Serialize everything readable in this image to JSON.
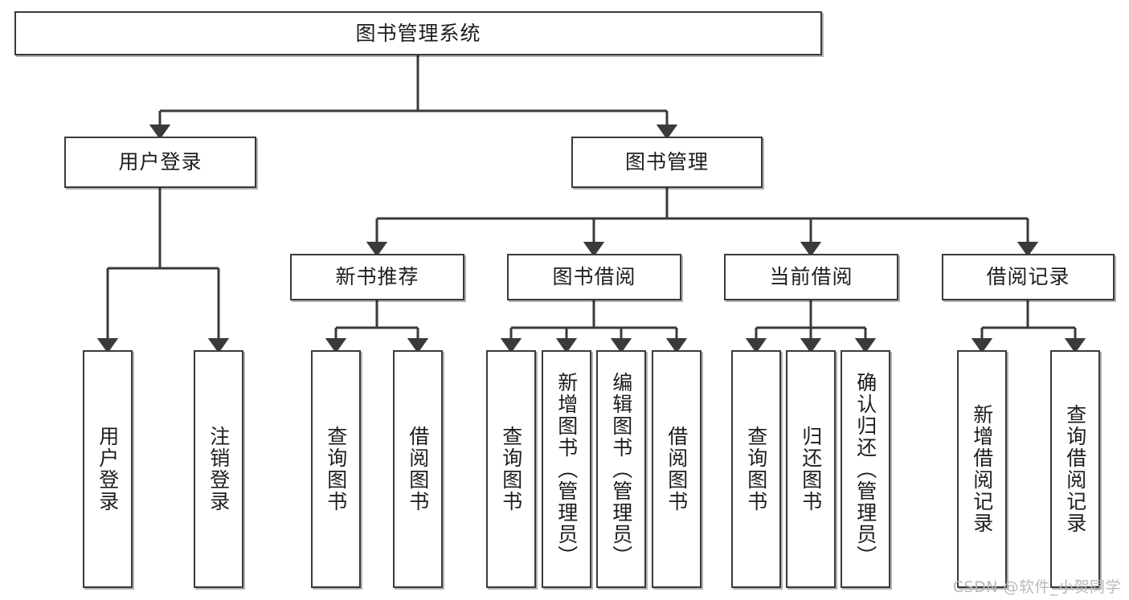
{
  "diagram": {
    "title": "图书管理系统",
    "type": "tree",
    "style": {
      "background": "#ffffff",
      "box_border": "#3a3a3a",
      "box_fill": "#ffffff",
      "connector": "#3a3a3a",
      "text": "#1d1d1d",
      "watermark": "#b9b9b9"
    },
    "root": {
      "label": "图书管理系统"
    },
    "level2": [
      {
        "label": "用户登录"
      },
      {
        "label": "图书管理"
      }
    ],
    "level3": [
      {
        "label": "新书推荐"
      },
      {
        "label": "图书借阅"
      },
      {
        "label": "当前借阅"
      },
      {
        "label": "借阅记录"
      }
    ],
    "leaves": {
      "user_login": [
        {
          "label": "用户登录"
        },
        {
          "label": "注销登录"
        }
      ],
      "new_book": [
        {
          "label": "查询图书"
        },
        {
          "label": "借阅图书"
        }
      ],
      "book_borrow": [
        {
          "label": "查询图书"
        },
        {
          "label": "新增图书（管理员）"
        },
        {
          "label": "编辑图书（管理员）"
        },
        {
          "label": "借阅图书"
        }
      ],
      "current_borrow": [
        {
          "label": "查询图书"
        },
        {
          "label": "归还图书"
        },
        {
          "label": "确认归还（管理员）"
        }
      ],
      "borrow_record": [
        {
          "label": "新增借阅记录"
        },
        {
          "label": "查询借阅记录"
        }
      ]
    }
  },
  "watermark": {
    "text": "CSDN @软件_小贺同学"
  }
}
